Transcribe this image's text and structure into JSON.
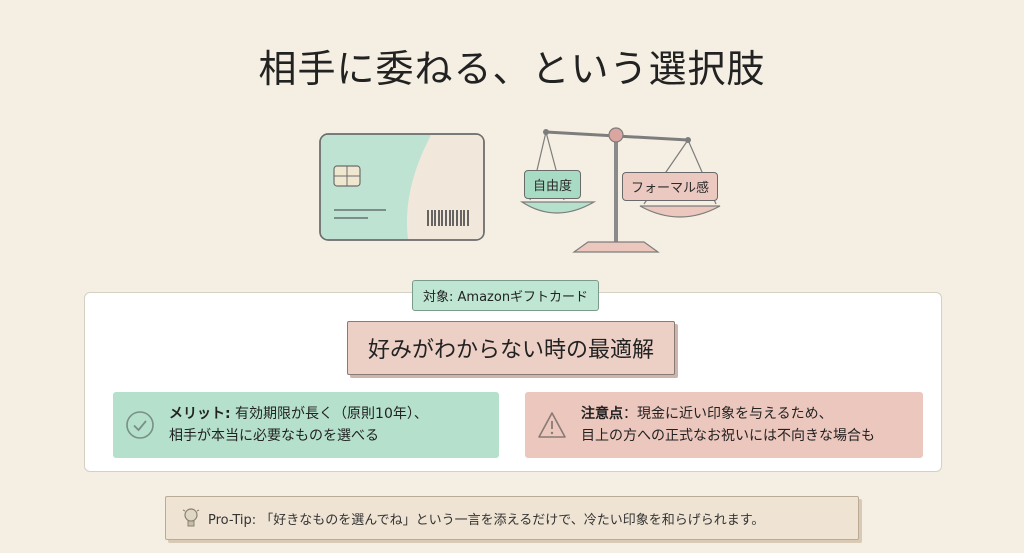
{
  "title": "相手に委ねる、という選択肢",
  "scale": {
    "left_label": "自由度",
    "right_label": "フォーマル感"
  },
  "target_tag": "対象: Amazonギフトカード",
  "heading": "好みがわからない時の最適解",
  "merit": {
    "label": "メリット:",
    "line1": " 有効期限が長く（原則10年）、",
    "line2": "相手が本当に必要なものを選べる"
  },
  "caution": {
    "label": "注意点",
    "line1": "：現金に近い印象を与えるため、",
    "line2": "目上の方への正式なお祝いには不向きな場合も"
  },
  "tip": "Pro-Tip: 「好きなものを選んでね」という一言を添えるだけで、冷たい印象を和らげられます。",
  "icons": {
    "card": "gift-card-icon",
    "scale": "balance-scale-icon",
    "merit": "check-circle-icon",
    "caution": "warning-triangle-icon",
    "tip": "lightbulb-icon"
  },
  "colors": {
    "background": "#f4efe2",
    "mint": "#b5e0cc",
    "rose": "#ecc7bd",
    "panel": "#ffffff"
  }
}
